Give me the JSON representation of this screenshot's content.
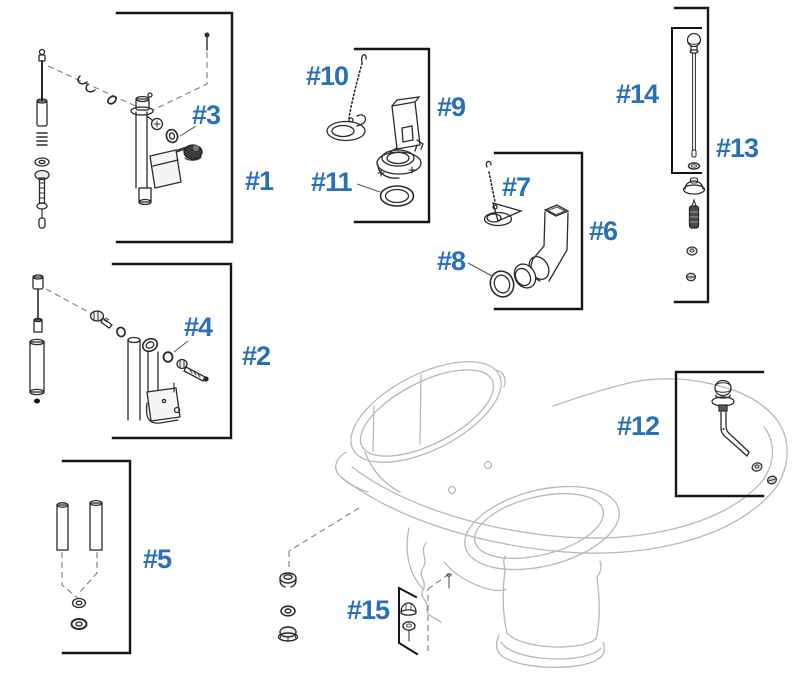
{
  "accent_color": "#2a70b8",
  "part_line_color": "#2b2b2b",
  "bracket_color": "#151515",
  "toilet_line_color": "#b8b8b8",
  "callouts": [
    {
      "label": "#1",
      "icon": "fill-valve-assembly-diagram-icon"
    },
    {
      "label": "#2",
      "icon": "flush-valve-assembly-diagram-icon"
    },
    {
      "label": "#3",
      "icon": "valve-seal-fitting-diagram-icon"
    },
    {
      "label": "#4",
      "icon": "seal-and-fitting-diagram-icon"
    },
    {
      "label": "#5",
      "icon": "tank-bolt-kit-diagram-icon"
    },
    {
      "label": "#6",
      "icon": "flush-elbow-kit-diagram-icon"
    },
    {
      "label": "#7",
      "icon": "flapper-with-chain-diagram-icon"
    },
    {
      "label": "#8",
      "icon": "elbow-gasket-diagram-icon"
    },
    {
      "label": "#9",
      "icon": "canister-flush-valve-diagram-icon"
    },
    {
      "label": "#10",
      "icon": "flapper-chain-assembly-diagram-icon"
    },
    {
      "label": "#11",
      "icon": "valve-seat-gasket-diagram-icon"
    },
    {
      "label": "#12",
      "icon": "trip-lever-handle-diagram-icon"
    },
    {
      "label": "#13",
      "icon": "lift-rod-kit-diagram-icon"
    },
    {
      "label": "#14",
      "icon": "lift-rod-diagram-icon"
    },
    {
      "label": "#15",
      "icon": "bolt-cap-washer-diagram-icon"
    }
  ]
}
